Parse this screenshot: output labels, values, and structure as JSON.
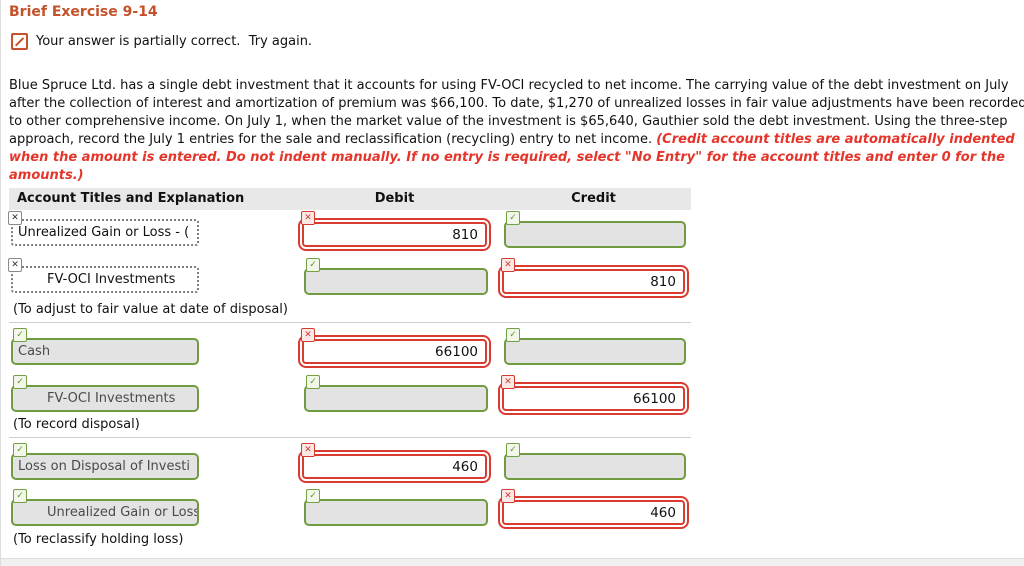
{
  "page_title": "Brief Exercise 9-14",
  "status": {
    "icon": "pencil-partial-correct-icon",
    "text": "Your answer is partially correct.  Try again."
  },
  "problem": {
    "lines": [
      {
        "normal": "Blue Spruce Ltd. has a single debt investment that it accounts for using FV-OCI recycled to net income. The carrying value of the debt investment on July",
        "emphasis": ""
      },
      {
        "normal": "after the collection of interest and amortization of premium was $66,100. To date, $1,270 of unrealized losses in fair value adjustments have been recorded",
        "emphasis": ""
      },
      {
        "normal": "to other comprehensive income. On July 1, when the market value of the investment is $65,640, Gauthier sold the debt investment. Using the three-step",
        "emphasis": ""
      },
      {
        "normal": "approach, record the July 1 entries for the sale and reclassification (recycling) entry to net income. ",
        "emphasis": "(Credit account titles are automatically indented"
      },
      {
        "normal": "",
        "emphasis": "when the amount is entered. Do not indent manually. If no entry is required, select \"No Entry\" for the account titles and enter 0 for the"
      },
      {
        "normal": "",
        "emphasis": "amounts.)"
      }
    ]
  },
  "table": {
    "headers": {
      "account": "Account Titles and Explanation",
      "debit": "Debit",
      "credit": "Credit"
    },
    "entries": [
      {
        "rows": [
          {
            "account": {
              "text": "Unrealized Gain or Loss - (",
              "status": "incorrect",
              "control": "dropdown",
              "indent": false
            },
            "debit": {
              "value": "810",
              "status": "incorrect"
            },
            "credit": {
              "value": "",
              "status": "correct"
            }
          },
          {
            "account": {
              "text": "FV-OCI Investments",
              "status": "incorrect",
              "control": "dropdown",
              "indent": true
            },
            "debit": {
              "value": "",
              "status": "correct"
            },
            "credit": {
              "value": "810",
              "status": "incorrect"
            }
          }
        ],
        "explanation": "(To adjust to fair value at date of disposal)"
      },
      {
        "rows": [
          {
            "account": {
              "text": "Cash",
              "status": "correct",
              "control": "disabled",
              "indent": false
            },
            "debit": {
              "value": "66100",
              "status": "incorrect"
            },
            "credit": {
              "value": "",
              "status": "correct"
            }
          },
          {
            "account": {
              "text": "FV-OCI Investments",
              "status": "correct",
              "control": "disabled",
              "indent": true
            },
            "debit": {
              "value": "",
              "status": "correct"
            },
            "credit": {
              "value": "66100",
              "status": "incorrect"
            }
          }
        ],
        "explanation": "(To record disposal)"
      },
      {
        "rows": [
          {
            "account": {
              "text": "Loss on Disposal of Investi",
              "status": "correct",
              "control": "disabled",
              "indent": false
            },
            "debit": {
              "value": "460",
              "status": "incorrect"
            },
            "credit": {
              "value": "",
              "status": "correct"
            }
          },
          {
            "account": {
              "text": "Unrealized Gain or Loss",
              "status": "correct",
              "control": "disabled",
              "indent": true
            },
            "debit": {
              "value": "",
              "status": "correct"
            },
            "credit": {
              "value": "460",
              "status": "incorrect"
            }
          }
        ],
        "explanation": "(To reclassify holding loss)"
      }
    ]
  },
  "colors": {
    "title_orange": "#c3512a",
    "error_red": "#d93b31",
    "instruction_red": "#e5352b",
    "correct_green": "#6f9c41",
    "disabled_gray": "#e3e3e3",
    "header_gray": "#e8e8e8"
  }
}
